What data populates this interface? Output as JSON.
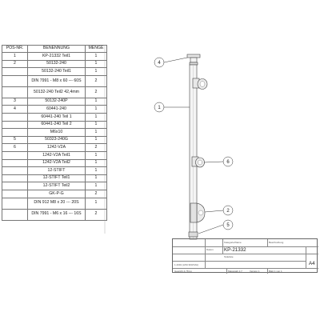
{
  "bom": {
    "headers": [
      "POS-NR.",
      "BENENNUNG",
      "MENGE"
    ],
    "rows": [
      {
        "pos": "1",
        "name": "KP-21332 Teil1",
        "qty": "1"
      },
      {
        "pos": "2",
        "name": "50132-240",
        "qty": "1"
      },
      {
        "pos": "",
        "name": "50132-240 Teil1",
        "qty": "1"
      },
      {
        "pos": "",
        "name": "DIN 7991 - M8 x 60 --- 60S",
        "qty": "2",
        "tall": true
      },
      {
        "pos": "",
        "name": "50132-240 Teil2 42,4mm",
        "qty": "2",
        "tall": true
      },
      {
        "pos": "3",
        "name": "50132-240P",
        "qty": "1"
      },
      {
        "pos": "4",
        "name": "60441-240",
        "qty": "1"
      },
      {
        "pos": "",
        "name": "60441-240 Teil 1",
        "qty": "1"
      },
      {
        "pos": "",
        "name": "60441-240 Teil 2",
        "qty": "1"
      },
      {
        "pos": "",
        "name": "M6x10",
        "qty": "1"
      },
      {
        "pos": "5",
        "name": "50323-240G",
        "qty": "1"
      },
      {
        "pos": "6",
        "name": "1242-V2A",
        "qty": "2"
      },
      {
        "pos": "",
        "name": "1242-V2A Teil1",
        "qty": "1"
      },
      {
        "pos": "",
        "name": "1242-V2A Teil2",
        "qty": "1"
      },
      {
        "pos": "",
        "name": "12-STIFT",
        "qty": "1"
      },
      {
        "pos": "",
        "name": "12-STIFT Teil1",
        "qty": "1"
      },
      {
        "pos": "",
        "name": "12-STIFT Teil2",
        "qty": "1"
      },
      {
        "pos": "",
        "name": "GK-P-G",
        "qty": "2"
      },
      {
        "pos": "",
        "name": "DIN 912 M8 x 20 --- 20S",
        "qty": "1",
        "tall": true
      },
      {
        "pos": "",
        "name": "DIN 7991 - M6 x 16 --- 16S",
        "qty": "2",
        "tall": true
      }
    ]
  },
  "callouts": {
    "c4": "4",
    "c1": "1",
    "c6": "6",
    "c2": "2",
    "c5": "5"
  },
  "titleblock": {
    "drawing_number": "KP-21332",
    "sheet_size": "A4",
    "f_a": "Kategorie/Name",
    "f_b": "Beschreibung",
    "f_c": "Teileliste",
    "f_d": "Massstab 1:7",
    "f_e": "Blatt 1 von 1",
    "f_f": "Version 1",
    "f_g": "Gewicht 4,78 kg",
    "f_h": "1.4301 (AISI 304/V2A)",
    "f_i": "Datum"
  }
}
